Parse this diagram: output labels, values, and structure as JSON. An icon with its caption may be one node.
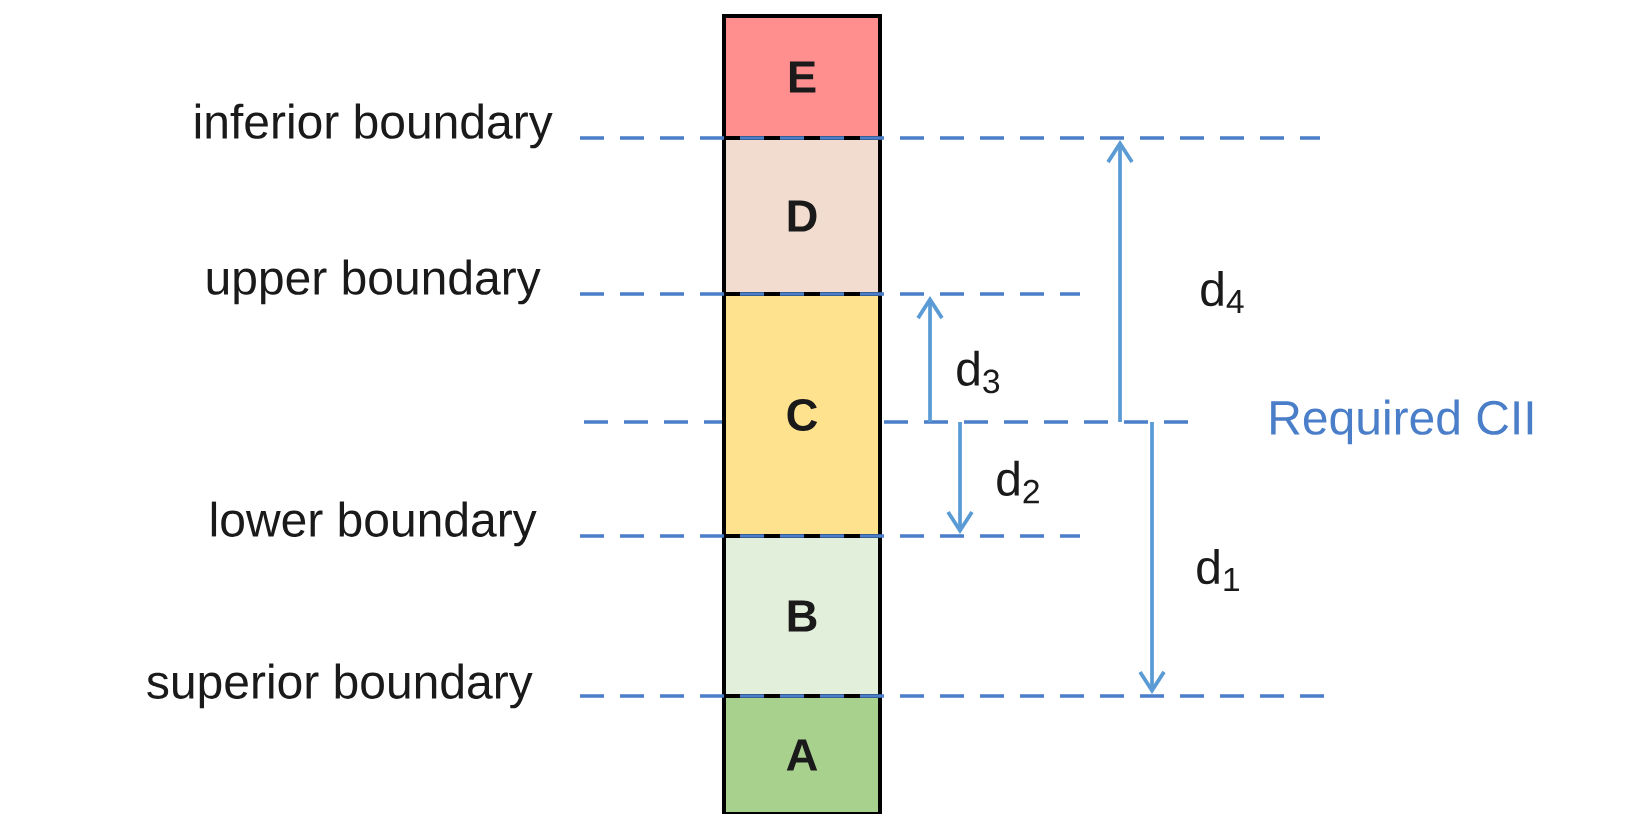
{
  "diagram": {
    "nodes": [
      {
        "text": [
          "E"
        ]
      },
      {
        "text": [
          "D"
        ]
      },
      {
        "text": [
          "C"
        ]
      },
      {
        "text": [
          "B"
        ]
      },
      {
        "text": [
          "A"
        ]
      }
    ],
    "labels": [
      "inferior boundary",
      "d$_{4}$",
      "upper boundary",
      "d$_{3}$",
      "Required CII",
      "d$_{2}$",
      "lower boundary",
      "d$_{1}$",
      "superior boundary"
    ]
  }
}
